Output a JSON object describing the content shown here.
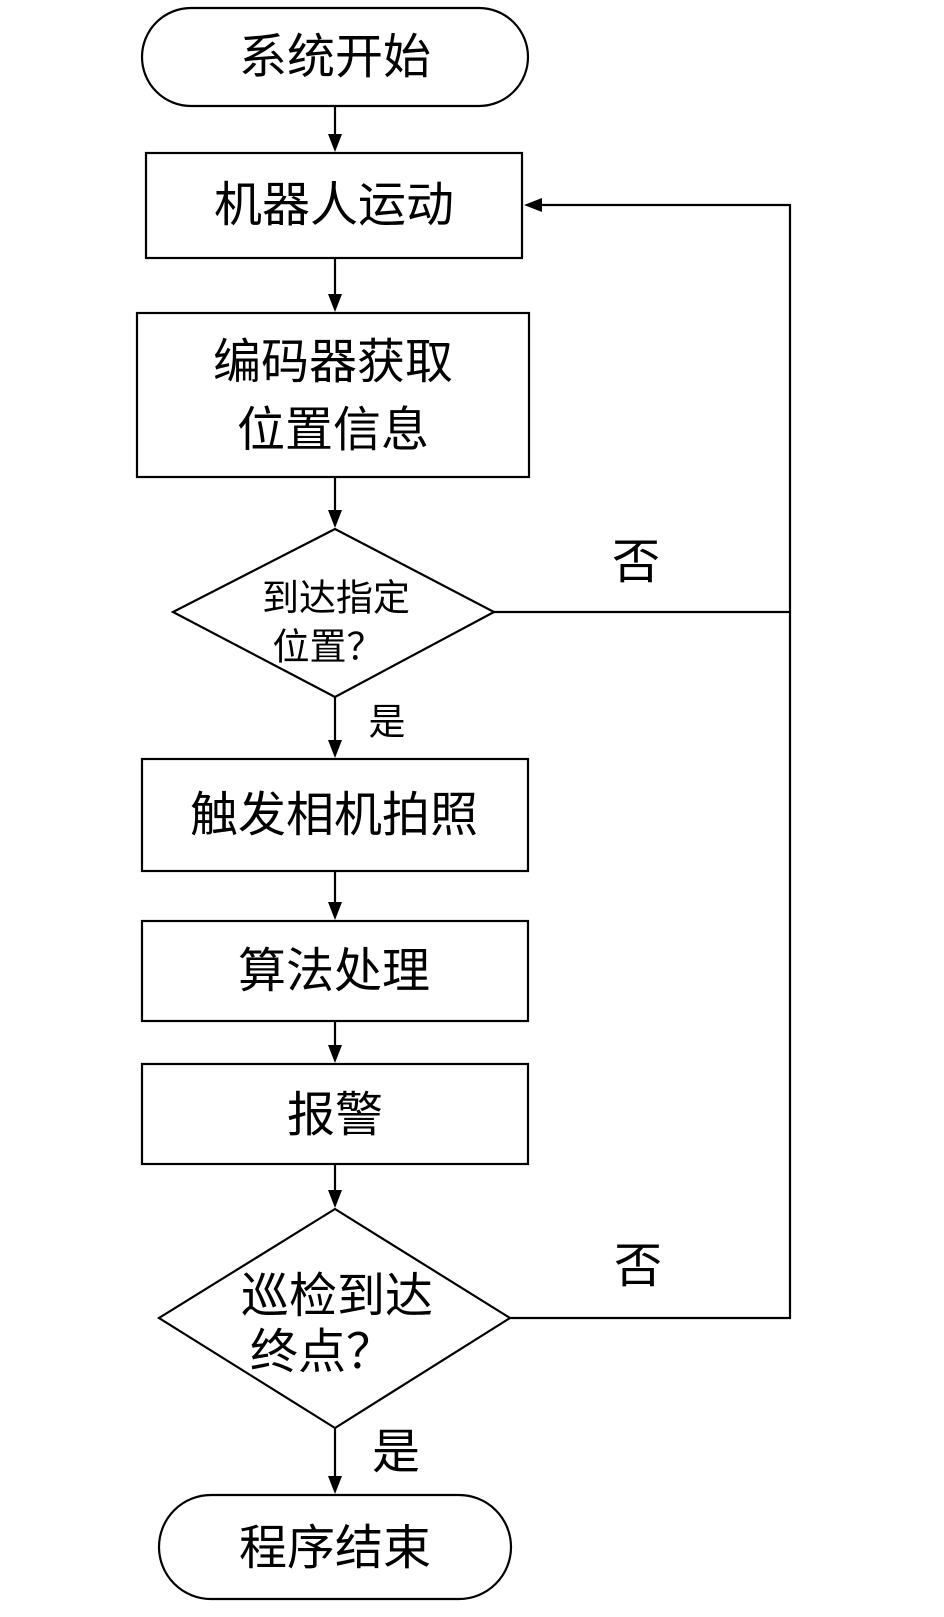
{
  "flowchart": {
    "start": "系统开始",
    "robot_move": "机器人运动",
    "encoder_line1": "编码器获取",
    "encoder_line2": "位置信息",
    "decision1_line1": "到达指定",
    "decision1_line2": "位置？",
    "decision1_yes": "是",
    "decision1_no": "否",
    "trigger_camera": "触发相机拍照",
    "algorithm": "算法处理",
    "alarm": "报警",
    "decision2_line1": "巡检到达",
    "decision2_line2": "终点？",
    "decision2_yes": "是",
    "decision2_no": "否",
    "end": "程序结束"
  }
}
